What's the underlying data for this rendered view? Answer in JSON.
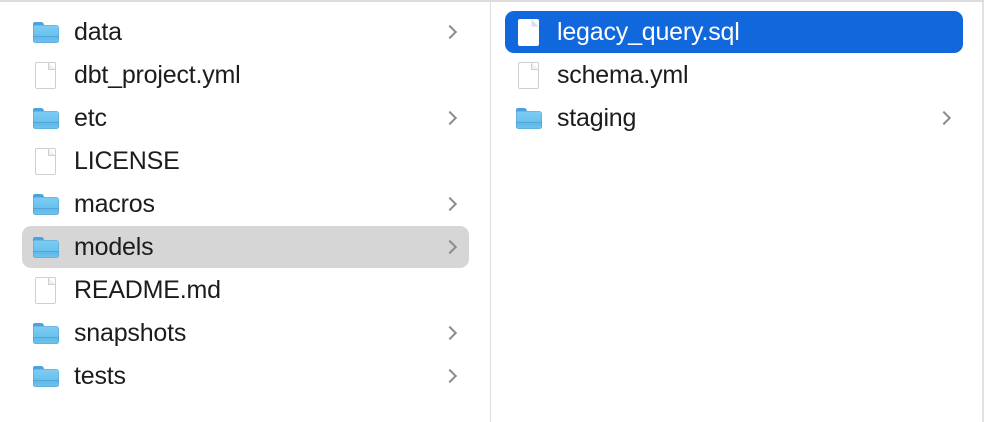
{
  "window": {
    "view_mode": "column",
    "accent_color": "#1168dd",
    "inactive_selection_color": "#d6d6d6",
    "divider_color": "#dedede"
  },
  "columns": [
    {
      "name": "project-root-column",
      "items": [
        {
          "label": "data",
          "kind": "folder",
          "icon": "folder-icon",
          "has_chevron": true,
          "selected": false,
          "selection_state": "none"
        },
        {
          "label": "dbt_project.yml",
          "kind": "document",
          "icon": "document-icon",
          "has_chevron": false,
          "selected": false,
          "selection_state": "none"
        },
        {
          "label": "etc",
          "kind": "folder",
          "icon": "folder-icon",
          "has_chevron": true,
          "selected": false,
          "selection_state": "none"
        },
        {
          "label": "LICENSE",
          "kind": "document",
          "icon": "document-icon",
          "has_chevron": false,
          "selected": false,
          "selection_state": "none"
        },
        {
          "label": "macros",
          "kind": "folder",
          "icon": "folder-icon",
          "has_chevron": true,
          "selected": false,
          "selection_state": "none"
        },
        {
          "label": "models",
          "kind": "folder",
          "icon": "folder-icon",
          "has_chevron": true,
          "selected": true,
          "selection_state": "inactive"
        },
        {
          "label": "README.md",
          "kind": "document",
          "icon": "document-icon",
          "has_chevron": false,
          "selected": false,
          "selection_state": "none"
        },
        {
          "label": "snapshots",
          "kind": "folder",
          "icon": "folder-icon",
          "has_chevron": true,
          "selected": false,
          "selection_state": "none"
        },
        {
          "label": "tests",
          "kind": "folder",
          "icon": "folder-icon",
          "has_chevron": true,
          "selected": false,
          "selection_state": "none"
        }
      ]
    },
    {
      "name": "models-column",
      "items": [
        {
          "label": "legacy_query.sql",
          "kind": "document",
          "icon": "document-icon",
          "has_chevron": false,
          "selected": true,
          "selection_state": "active"
        },
        {
          "label": "schema.yml",
          "kind": "document",
          "icon": "document-icon",
          "has_chevron": false,
          "selected": false,
          "selection_state": "none"
        },
        {
          "label": "staging",
          "kind": "folder",
          "icon": "folder-icon",
          "has_chevron": true,
          "selected": false,
          "selection_state": "none"
        }
      ]
    }
  ]
}
